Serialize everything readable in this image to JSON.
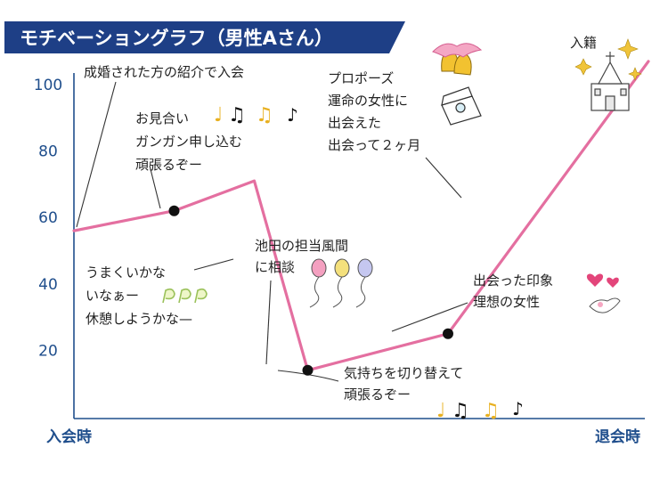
{
  "title": "モチベーショングラフ（男性Aさん）",
  "colors": {
    "title_bg": "#1e3f86",
    "axis": "#1f4e8c",
    "line": "#e46fa0",
    "point": "#111111",
    "note_line": "#333333",
    "bell": "#f2c230",
    "ribbon": "#e46fa0",
    "balloons": [
      "#f4a0c0",
      "#f4e07c",
      "#c5c7f0"
    ],
    "hearts": "#e3457a",
    "music_notes": [
      "#e8b020",
      "#111111"
    ]
  },
  "chart_data": {
    "type": "line",
    "title": "モチベーショングラフ（男性Aさん）",
    "xlabel_start": "入会時",
    "xlabel_end": "退会時",
    "ylim": [
      0,
      100
    ],
    "yticks": [
      20,
      40,
      60,
      80,
      100
    ],
    "x": [
      0,
      15,
      27,
      35,
      56,
      86
    ],
    "y": [
      56,
      62,
      71,
      14,
      25,
      107
    ],
    "marked_points": [
      1,
      3,
      4
    ],
    "annotations": [
      {
        "id": "start",
        "lines": [
          "成婚された方の紹介で入会"
        ]
      },
      {
        "id": "peak1",
        "lines": [
          "お見合い",
          "ガンガン申し込む",
          "頑張るぞー"
        ]
      },
      {
        "id": "worry",
        "lines": [
          "うまくいかな",
          "いなぁー",
          "休憩しようかな—"
        ]
      },
      {
        "id": "consult",
        "lines": [
          "池田の担当風間",
          "に相談"
        ]
      },
      {
        "id": "reset",
        "lines": [
          "気持ちを切り替えて",
          "頑張るぞー"
        ]
      },
      {
        "id": "meet",
        "lines": [
          "出会った印象",
          "理想の女性"
        ]
      },
      {
        "id": "propose",
        "lines": [
          "プロポーズ",
          "運命の女性に",
          "出会えた",
          "出会って２ヶ月"
        ]
      },
      {
        "id": "marriage",
        "lines": [
          "入籍"
        ]
      }
    ]
  }
}
